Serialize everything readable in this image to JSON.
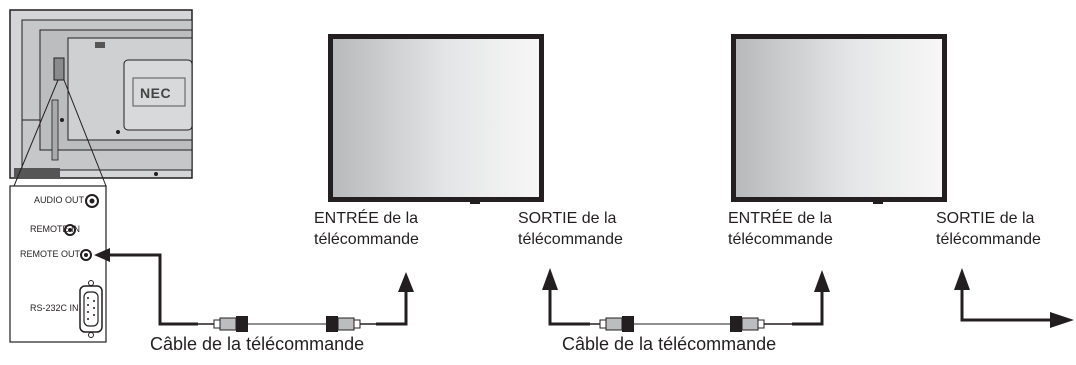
{
  "back_panel": {
    "brand": "NEC",
    "ports": {
      "audio_out": "AUDIO OUT",
      "remote_in": "REMOTE IN",
      "remote_out": "REMOTE OUT",
      "rs232c_in": "RS-232C IN"
    }
  },
  "displays": [
    {
      "input_label_line1": "ENTRÉE de la",
      "input_label_line2": "télécommande",
      "output_label_line1": "SORTIE de la",
      "output_label_line2": "télécommande"
    },
    {
      "input_label_line1": "ENTRÉE de la",
      "input_label_line2": "télécommande",
      "output_label_line1": "SORTIE de la",
      "output_label_line2": "télécommande"
    }
  ],
  "cables": [
    {
      "caption": "Câble de la télécommande"
    },
    {
      "caption": "Câble de la télécommande"
    }
  ],
  "colors": {
    "line": "#231f20",
    "panel_gray": "#bcbdbf"
  }
}
